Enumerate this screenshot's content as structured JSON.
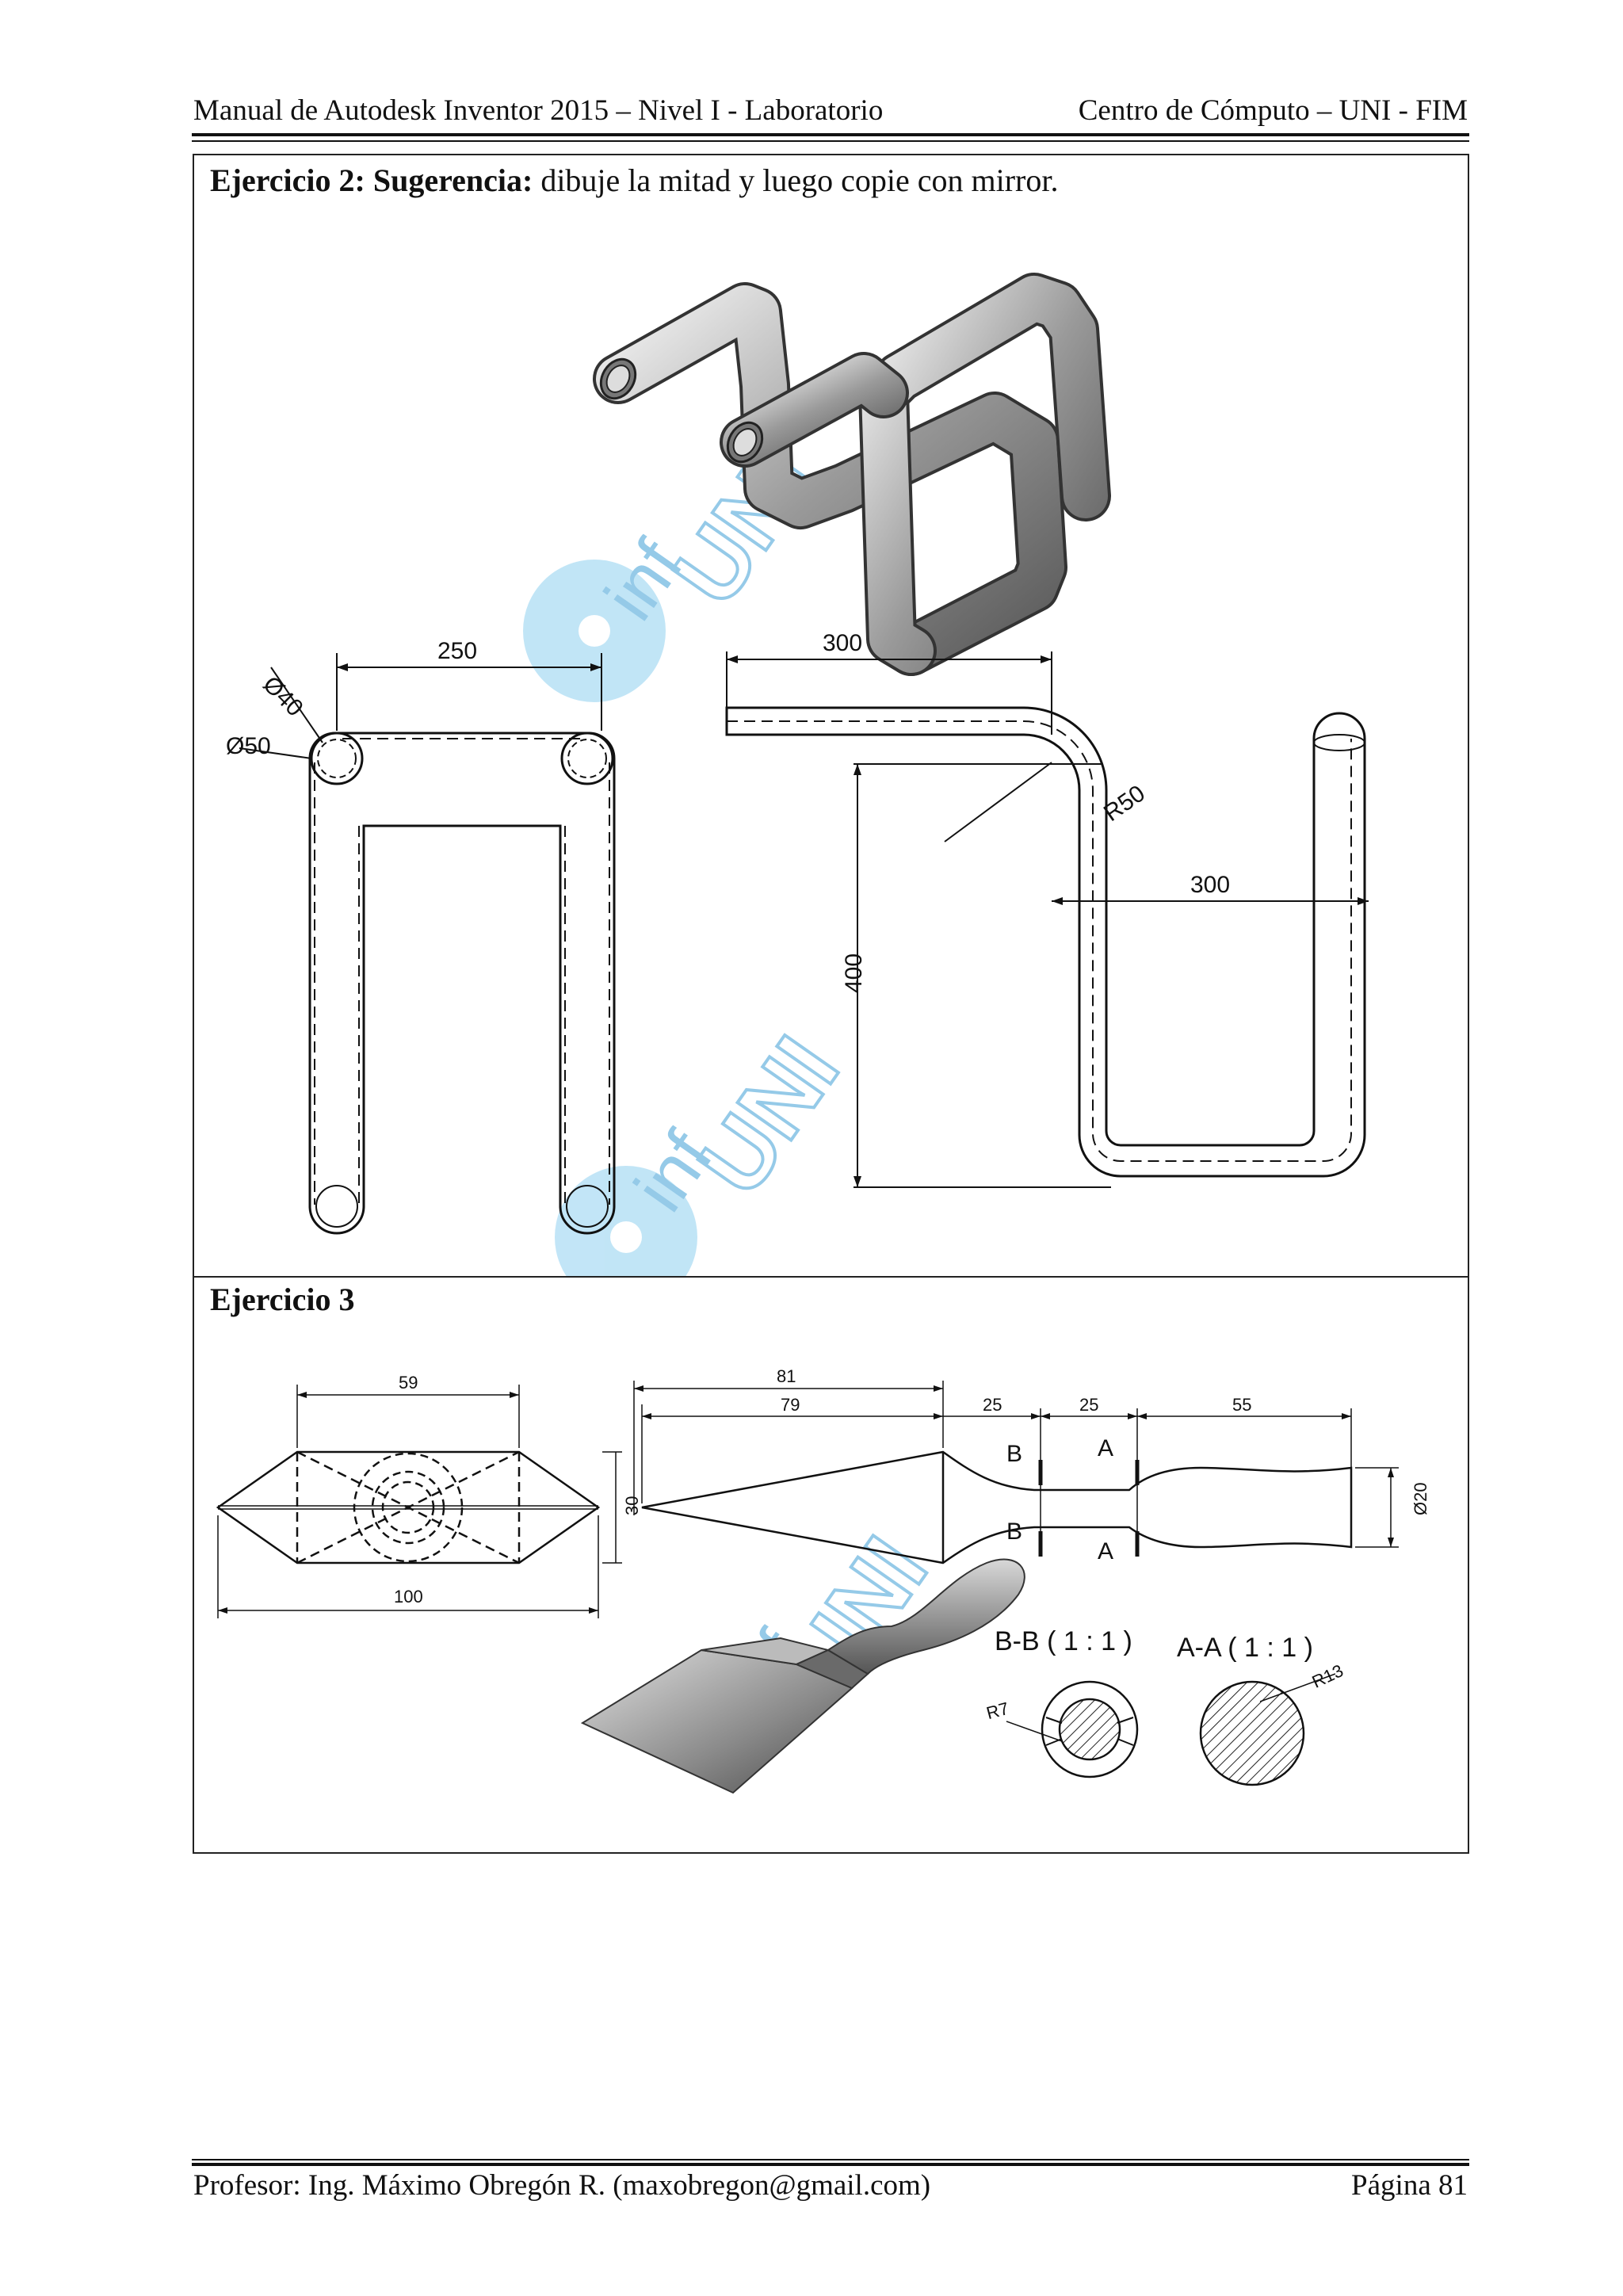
{
  "header": {
    "left": "Manual de Autodesk Inventor 2015 – Nivel I - Laboratorio",
    "right": "Centro de Cómputo – UNI - FIM"
  },
  "exercise2": {
    "title_bold": "Ejercicio 2:",
    "hint_bold": "Sugerencia:",
    "hint_text": " dibuje la mitad y luego copie con mirror.",
    "dims": {
      "d40": "Ø40",
      "d50": "Ø50",
      "w250": "250",
      "w300_top": "300",
      "r50": "R50",
      "h400": "400",
      "w300_mid": "300"
    }
  },
  "exercise3": {
    "title": "Ejercicio 3",
    "dims": {
      "d59": "59",
      "d30": "30",
      "d100": "100",
      "d81": "81",
      "d79": "79",
      "d25a": "25",
      "d25b": "25",
      "d55": "55",
      "d20": "Ø20",
      "secB": "B",
      "secA": "A",
      "r7": "R7",
      "r13": "R13"
    },
    "section_bb": "B-B ( 1 : 1 )",
    "section_aa": "A-A ( 1 : 1 )"
  },
  "watermark": {
    "text1": "inf",
    "text2": "UNI",
    "color": "#5fb8e6"
  },
  "footer": {
    "left": "Profesor: Ing. Máximo Obregón R. (maxobregon@gmail.com)",
    "right": "Página 81"
  }
}
